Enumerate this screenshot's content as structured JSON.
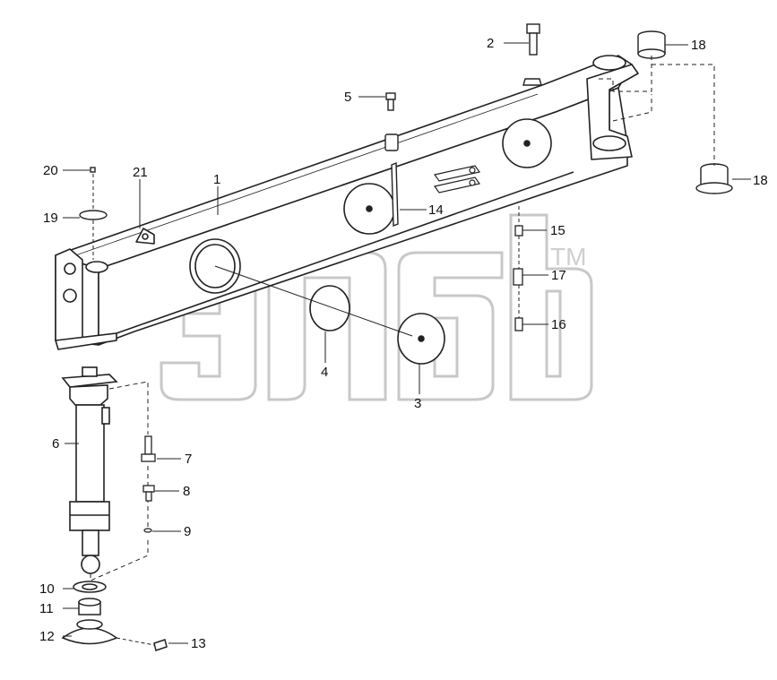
{
  "watermark": {
    "text": "элб",
    "trademark": "TM"
  },
  "callouts": [
    {
      "id": "1",
      "text": "1"
    },
    {
      "id": "2",
      "text": "2"
    },
    {
      "id": "3",
      "text": "3"
    },
    {
      "id": "4",
      "text": "4"
    },
    {
      "id": "5",
      "text": "5"
    },
    {
      "id": "6",
      "text": "6"
    },
    {
      "id": "7",
      "text": "7"
    },
    {
      "id": "8",
      "text": "8"
    },
    {
      "id": "9",
      "text": "9"
    },
    {
      "id": "10",
      "text": "10"
    },
    {
      "id": "11",
      "text": "11"
    },
    {
      "id": "12",
      "text": "12"
    },
    {
      "id": "13",
      "text": "13"
    },
    {
      "id": "14",
      "text": "14"
    },
    {
      "id": "15",
      "text": "15"
    },
    {
      "id": "16",
      "text": "16"
    },
    {
      "id": "17",
      "text": "17"
    },
    {
      "id": "18a",
      "text": "18"
    },
    {
      "id": "18b",
      "text": "18"
    },
    {
      "id": "19",
      "text": "19"
    },
    {
      "id": "20",
      "text": "20"
    },
    {
      "id": "21",
      "text": "21"
    }
  ]
}
